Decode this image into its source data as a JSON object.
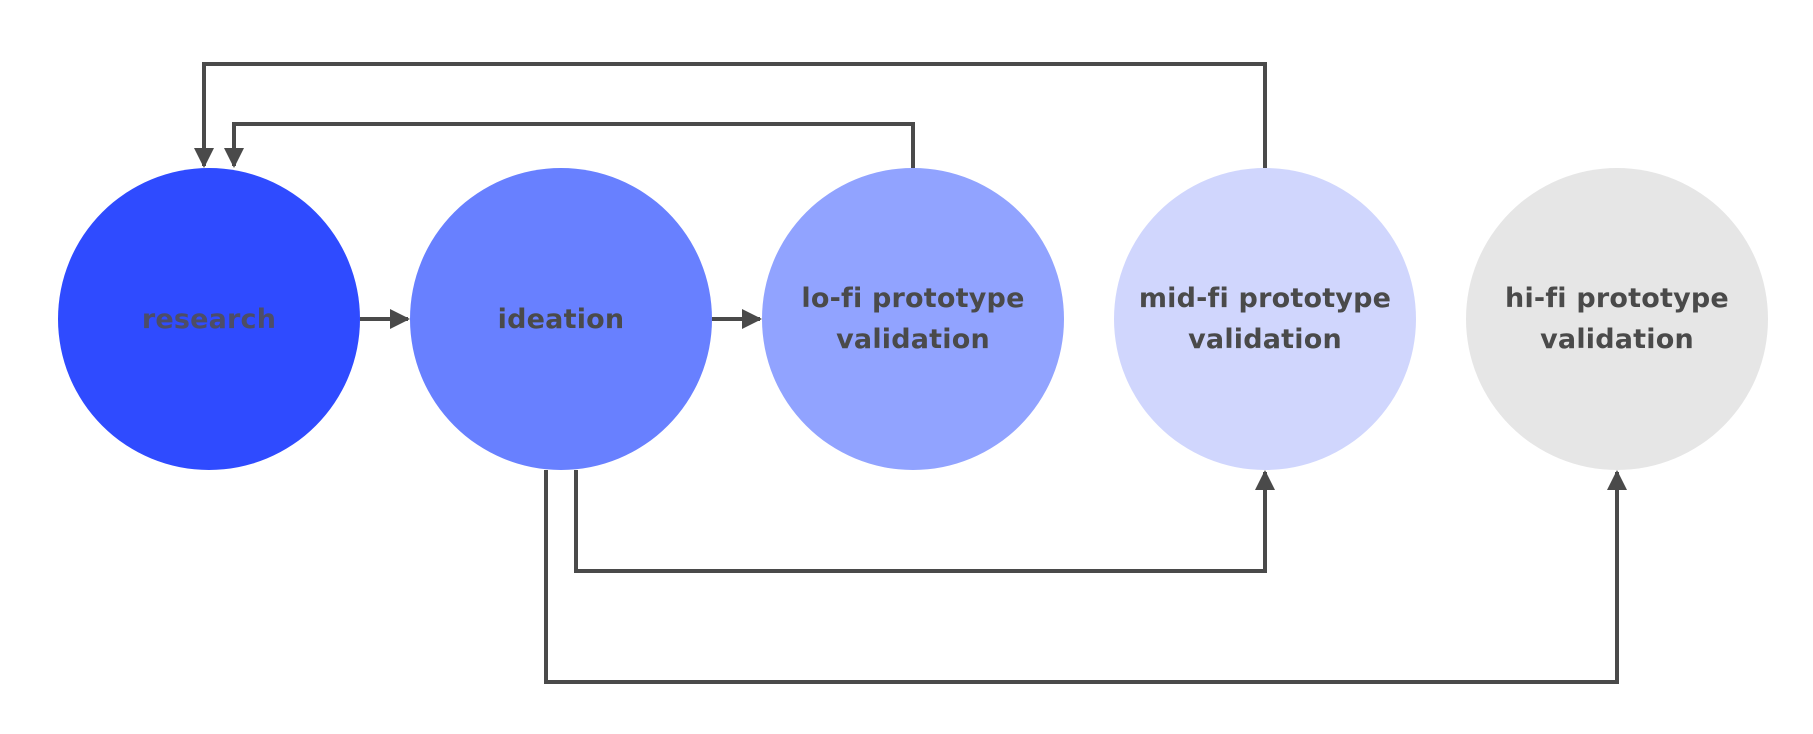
{
  "diagram": {
    "nodes": [
      {
        "id": "research",
        "label": "research",
        "color": "#2f4bff"
      },
      {
        "id": "ideation",
        "label": "ideation",
        "color": "#6880ff"
      },
      {
        "id": "lofi",
        "label": "lo-fi prototype validation",
        "color": "#91a3ff"
      },
      {
        "id": "midfi",
        "label": "mid-fi prototype validation",
        "color": "#d0d6fd"
      },
      {
        "id": "hifi",
        "label": "hi-fi prototype validation",
        "color": "#e6e6e6"
      }
    ],
    "edges": [
      {
        "from": "research",
        "to": "ideation"
      },
      {
        "from": "ideation",
        "to": "lofi"
      },
      {
        "from": "lofi",
        "to": "research"
      },
      {
        "from": "midfi",
        "to": "research"
      },
      {
        "from": "ideation",
        "to": "midfi"
      },
      {
        "from": "ideation",
        "to": "hifi"
      }
    ],
    "line_color": "#4a4a4a",
    "text_color": "#4a4a4a"
  }
}
